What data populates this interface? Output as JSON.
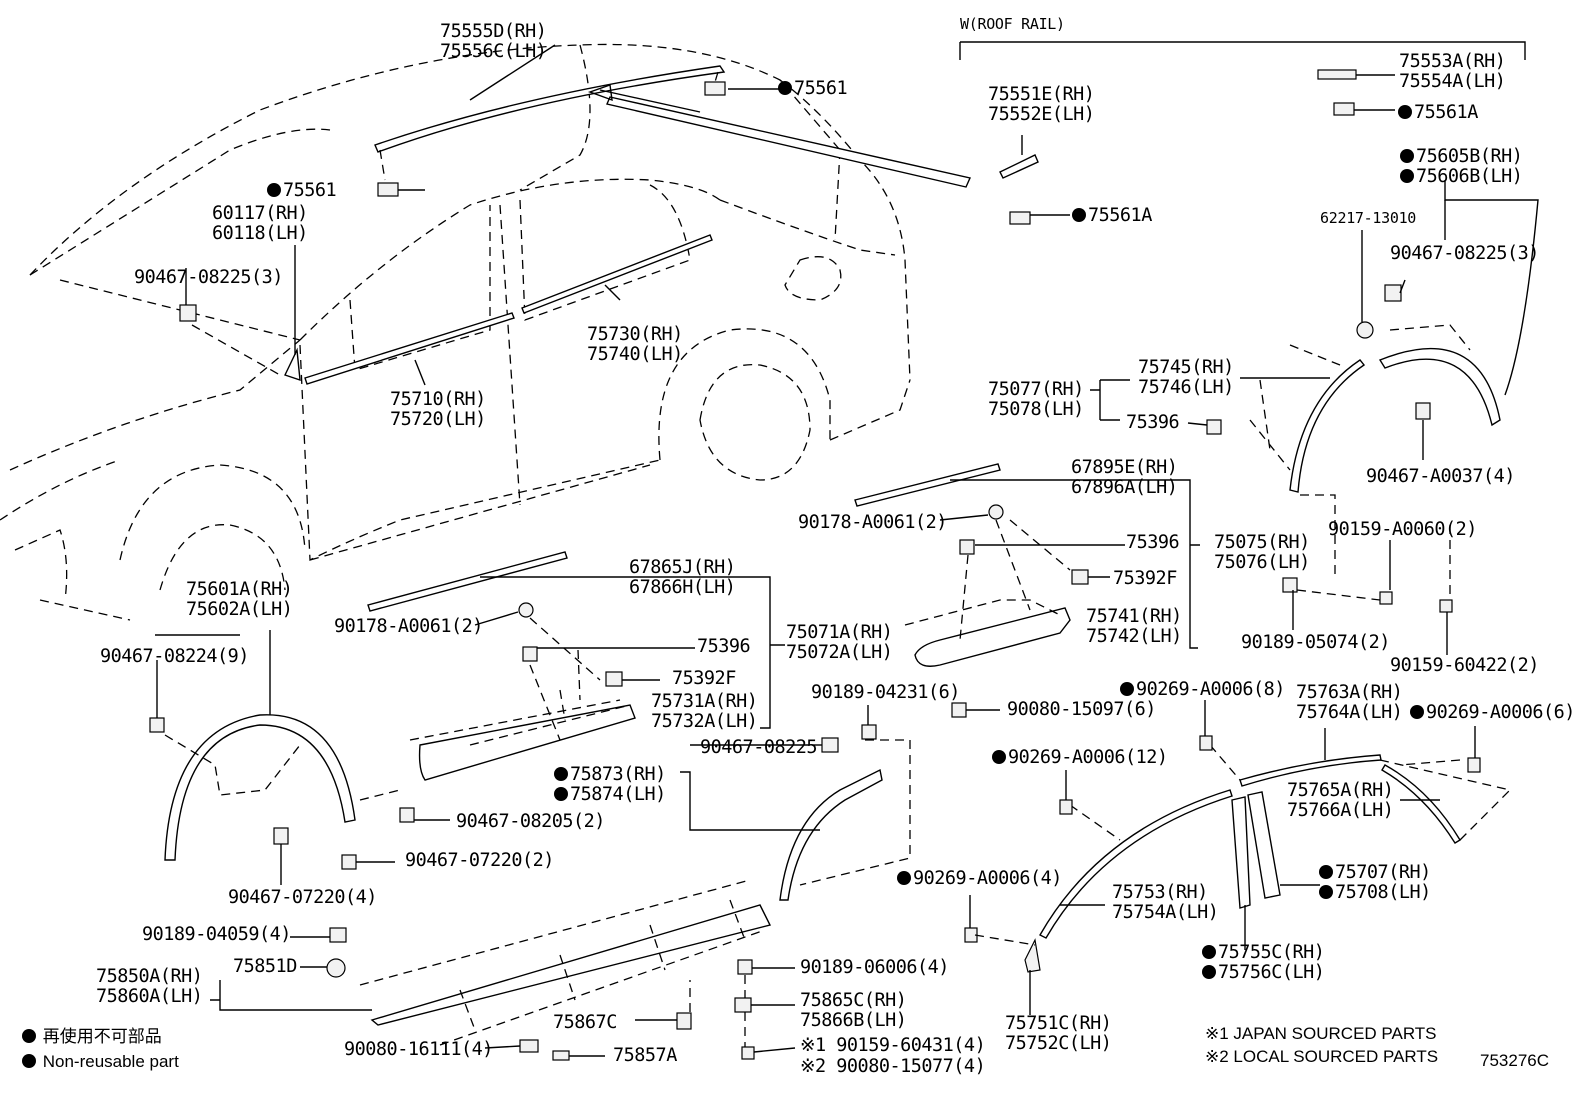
{
  "roof_rail_header": "W(ROOF RAIL)",
  "parts": {
    "p75555": [
      "75555D(RH)",
      "75556C(LH)"
    ],
    "p75561_top": "75561",
    "p75561_left": "75561",
    "p60117": [
      "60117(RH)",
      "60118(LH)"
    ],
    "p90467_08225_left": "90467-08225(3)",
    "p75730": [
      "75730(RH)",
      "75740(LH)"
    ],
    "p75710": [
      "75710(RH)",
      "75720(LH)"
    ],
    "p75553": [
      "75553A(RH)",
      "75554A(LH)"
    ],
    "p75561A_right": "75561A",
    "p75551": [
      "75551E(RH)",
      "75552E(LH)"
    ],
    "p75561A_mid": "75561A",
    "p75605": [
      "75605B(RH)",
      "75606B(LH)"
    ],
    "p62217": "62217-13010",
    "p90467_08225_right": "90467-08225(3)",
    "p75745": [
      "75745(RH)",
      "75746(LH)"
    ],
    "p75077": [
      "75077(RH)",
      "75078(LH)"
    ],
    "p75396_a": "75396",
    "p90467_A0037": "90467-A0037(4)",
    "p67895": [
      "67895E(RH)",
      "67896A(LH)"
    ],
    "p90178_right": "90178-A0061(2)",
    "p75396_b": "75396",
    "p75075": [
      "75075(RH)",
      "75076(LH)"
    ],
    "p75392F_right": "75392F",
    "p75741": [
      "75741(RH)",
      "75742(LH)"
    ],
    "p90159_A0060": "90159-A0060(2)",
    "p90189_05074": "90189-05074(2)",
    "p90159_60422": "90159-60422(2)",
    "p75601": [
      "75601A(RH)",
      "75602A(LH)"
    ],
    "p90467_08224": "90467-08224(9)",
    "p67865": [
      "67865J(RH)",
      "67866H(LH)"
    ],
    "p90178_left": "90178-A0061(2)",
    "p75396_c": "75396",
    "p75071": [
      "75071A(RH)",
      "75072A(LH)"
    ],
    "p75392F_left": "75392F",
    "p75731": [
      "75731A(RH)",
      "75732A(LH)"
    ],
    "p90189_04231": "90189-04231(6)",
    "p90080_15097": "90080-15097(6)",
    "p90467_08225_mid": "90467-08225",
    "p75873": [
      "75873(RH)",
      "75874(LH)"
    ],
    "p90467_08205": "90467-08205(2)",
    "p90467_07220_a": "90467-07220(2)",
    "p90467_07220_b": "90467-07220(4)",
    "p90269_A0006_8": "90269-A0006(8)",
    "p75763": [
      "75763A(RH)",
      "75764A(LH)"
    ],
    "p90269_A0006_6": "90269-A0006(6)",
    "p90269_A0006_12": "90269-A0006(12)",
    "p75765": [
      "75765A(RH)",
      "75766A(LH)"
    ],
    "p75707": [
      "75707(RH)",
      "75708(LH)"
    ],
    "p90269_A0006_4": "90269-A0006(4)",
    "p75753": [
      "75753(RH)",
      "75754A(LH)"
    ],
    "p75755": [
      "75755C(RH)",
      "75756C(LH)"
    ],
    "p75751": [
      "75751C(RH)",
      "75752C(LH)"
    ],
    "p90189_04059": "90189-04059(4)",
    "p75850": [
      "75850A(RH)",
      "75860A(LH)"
    ],
    "p75851D": "75851D",
    "p90189_06006": "90189-06006(4)",
    "p75865": [
      "75865C(RH)",
      "75866B(LH)"
    ],
    "p75867C": "75867C",
    "p90080_16111": "90080-16111(4)",
    "p75857A": "75857A",
    "p90159_60431": "※1 90159-60431(4)",
    "p90080_15077": "※2 90080-15077(4)"
  },
  "legend": {
    "jp": "再使用不可部品",
    "en": "Non-reusable part"
  },
  "footnotes": {
    "n1": "※1 JAPAN SOURCED PARTS",
    "n2": "※2 LOCAL SOURCED PARTS"
  },
  "diagram_code": "753276C"
}
